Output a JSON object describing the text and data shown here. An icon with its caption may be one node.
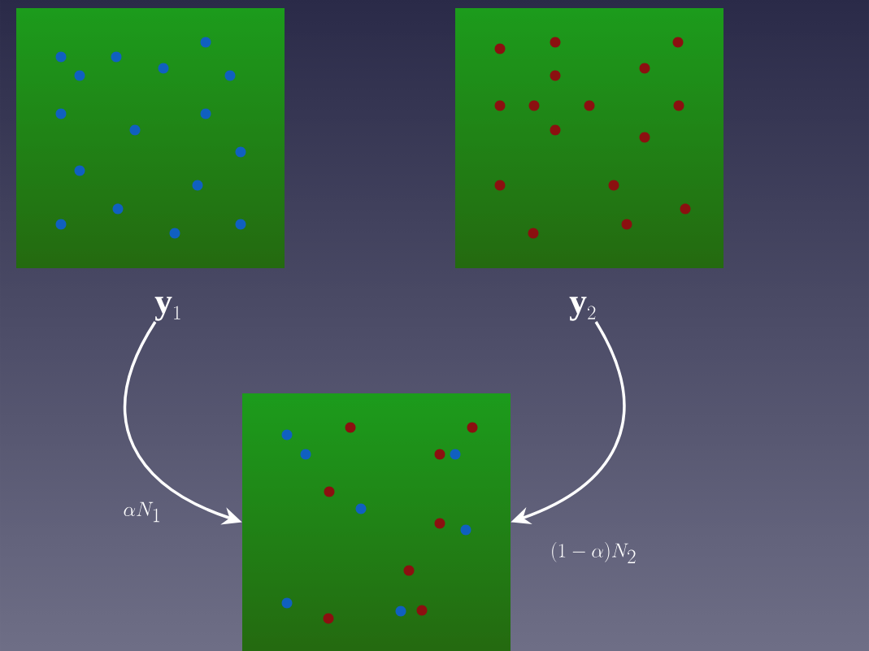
{
  "diagram": {
    "nodes": [
      {
        "text": [],
        "shape": "picture"
      },
      {
        "text": [],
        "shape": "picture"
      },
      {
        "text": [
          "\\mathbf{y}_1"
        ]
      },
      {
        "text": [
          "\\mathbf{y}_2"
        ]
      },
      {
        "text": [],
        "shape": "picture"
      }
    ],
    "edges": [
      {
        "from": 2,
        "to": 4,
        "arrow": "to",
        "label": "\\alpha N_1"
      },
      {
        "from": 3,
        "to": 4,
        "arrow": "to",
        "label": "(1-\\alpha)N_2"
      }
    ]
  }
}
